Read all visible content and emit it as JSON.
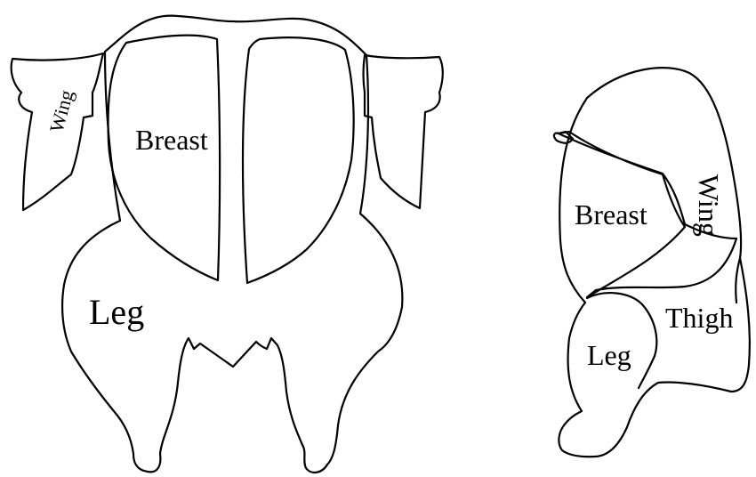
{
  "front_view": {
    "labels": {
      "wing": "Wing",
      "breast": "Breast",
      "leg": "Leg"
    }
  },
  "side_view": {
    "labels": {
      "breast": "Breast",
      "wing": "Wing",
      "thigh": "Thigh",
      "leg": "Leg"
    }
  },
  "colors": {
    "stroke": "#000000",
    "background": "#ffffff"
  }
}
